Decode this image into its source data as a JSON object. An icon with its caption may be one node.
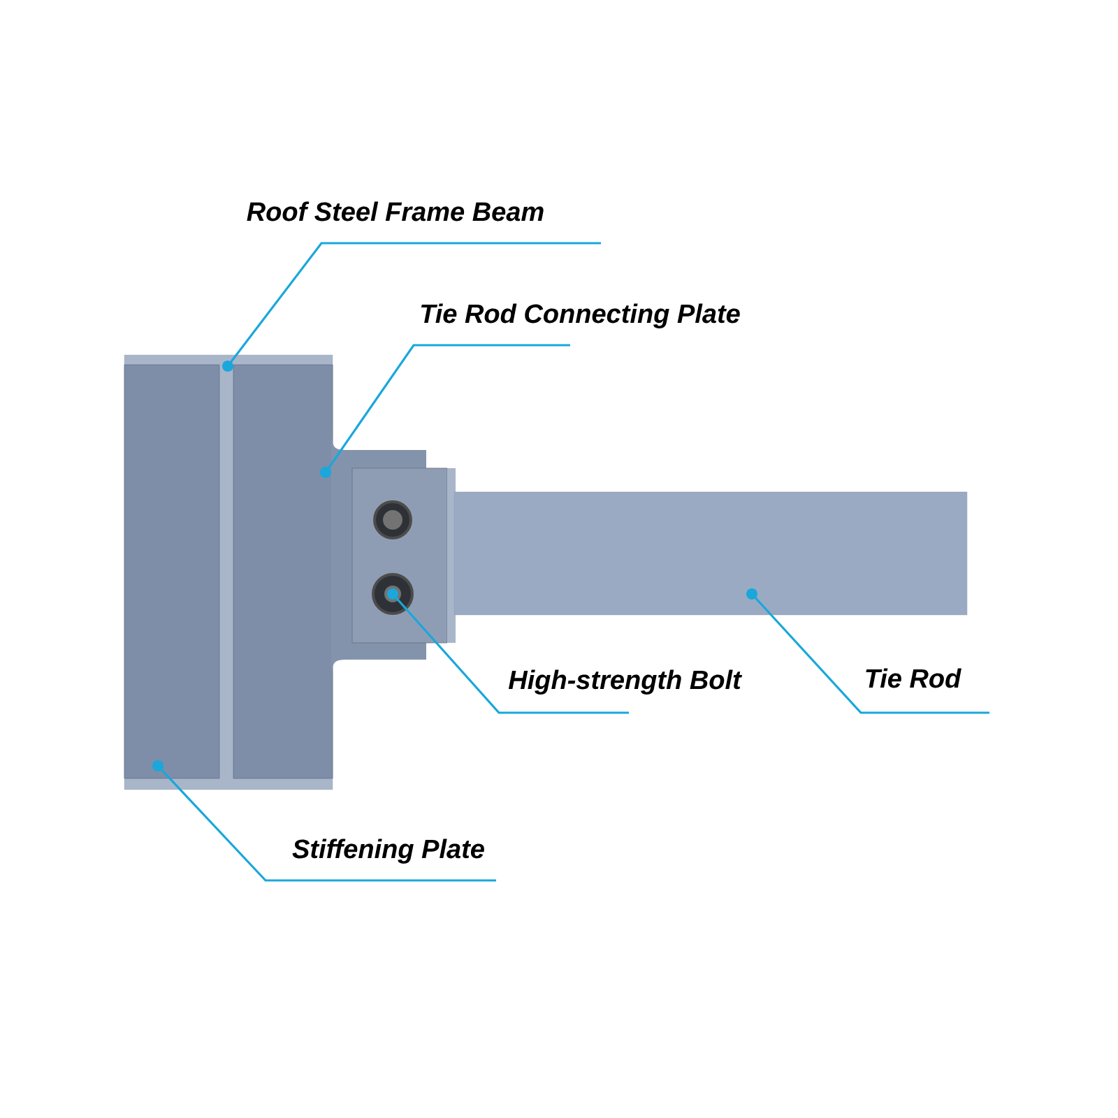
{
  "diagram": {
    "nodes": [
      {
        "text": [
          "Roof Steel Frame Beam"
        ]
      },
      {
        "text": [
          "Tie Rod Connecting Plate"
        ]
      },
      {
        "text": [
          "High-strength Bolt"
        ]
      },
      {
        "text": [
          "Tie Rod"
        ]
      },
      {
        "text": [
          "Stiffening Plate"
        ]
      },
      {
        "text": [],
        "shape": "bar"
      },
      {
        "text": [],
        "shape": "box",
        "in": 5
      },
      {
        "text": [],
        "shape": "box",
        "in": 5
      },
      {
        "text": [],
        "shape": "circle"
      },
      {
        "text": [],
        "shape": "bar"
      }
    ],
    "edges": [
      {
        "from": 0,
        "to": 5,
        "arrow": "other"
      },
      {
        "from": 1,
        "to": 7,
        "arrow": "other"
      },
      {
        "from": 2,
        "to": 8,
        "arrow": "other"
      },
      {
        "from": 3,
        "to": 9,
        "arrow": "other"
      },
      {
        "from": 4,
        "to": 6,
        "arrow": "other"
      }
    ]
  }
}
